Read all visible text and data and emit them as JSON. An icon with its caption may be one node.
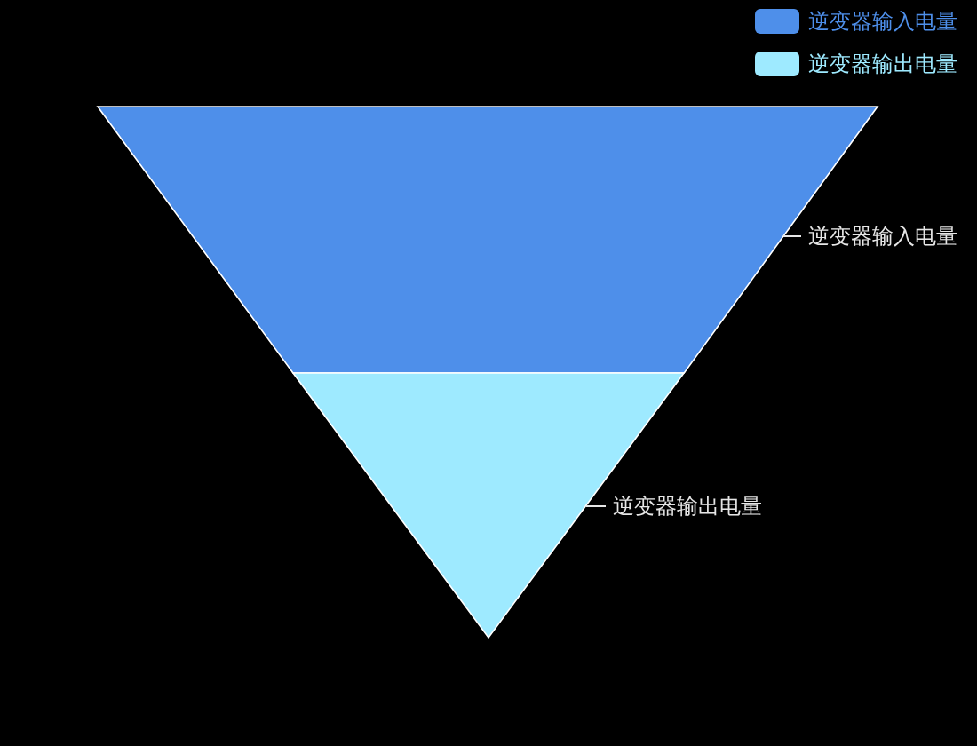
{
  "diagram": {
    "nodes": [
      {
        "text": [],
        "shape": "trapezoid"
      },
      {
        "text": [],
        "shape": "triangle"
      },
      {
        "text": [
          "逆变器输入电量"
        ]
      },
      {
        "text": [
          "逆变器输出电量"
        ]
      }
    ],
    "edges": [
      {
        "from": 2,
        "to": 0,
        "arrow": "none"
      },
      {
        "from": 3,
        "to": 1,
        "arrow": "none"
      }
    ],
    "legend": [
      {
        "text": "逆变器输入电量",
        "color": "#4e8fea"
      },
      {
        "text": "逆变器输出电量",
        "color": "#9eeaff"
      }
    ]
  }
}
